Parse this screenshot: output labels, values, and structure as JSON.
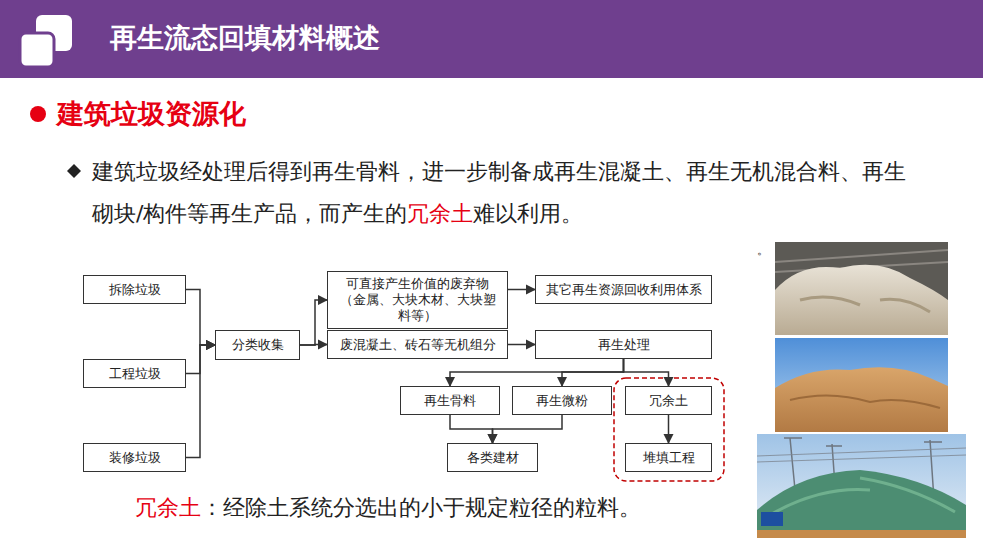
{
  "diagram": {
    "title": "再生流态回填材料概述",
    "nodes": [
      {
        "text": [
          "拆除垃圾"
        ]
      },
      {
        "text": [
          "工程垃圾"
        ]
      },
      {
        "text": [
          "装修垃圾"
        ]
      },
      {
        "text": [
          "分类收集"
        ]
      },
      {
        "text": [
          "可直接产生价值的废弃物（金属、大块木材、大块塑料等）"
        ]
      },
      {
        "text": [
          "其它再生资源回收利用体系"
        ]
      },
      {
        "text": [
          "废混凝土、砖石等无机组分"
        ]
      },
      {
        "text": [
          "再生处理"
        ]
      },
      {
        "text": [
          "再生骨料"
        ]
      },
      {
        "text": [
          "再生微粉"
        ]
      },
      {
        "text": [
          "冗余土"
        ]
      },
      {
        "text": [
          "各类建材"
        ]
      },
      {
        "text": [
          "堆填工程"
        ]
      }
    ],
    "edges": [
      {
        "from": 0,
        "to": 3,
        "arrow": "to"
      },
      {
        "from": 1,
        "to": 3,
        "arrow": "to"
      },
      {
        "from": 2,
        "to": 3,
        "arrow": "to"
      },
      {
        "from": 3,
        "to": 4,
        "arrow": "to"
      },
      {
        "from": 3,
        "to": 6,
        "arrow": "to"
      },
      {
        "from": 4,
        "to": 5,
        "arrow": "to"
      },
      {
        "from": 6,
        "to": 7,
        "arrow": "to"
      },
      {
        "from": 7,
        "to": 8,
        "arrow": "to"
      },
      {
        "from": 7,
        "to": 9,
        "arrow": "to"
      },
      {
        "from": 7,
        "to": 10,
        "arrow": "to"
      },
      {
        "from": 8,
        "to": 11,
        "arrow": "to"
      },
      {
        "from": 9,
        "to": 11,
        "arrow": "to"
      },
      {
        "from": 10,
        "to": 12,
        "arrow": "to"
      }
    ],
    "labels": [
      "建筑垃圾资源化",
      "建筑垃圾经处理后得到再生骨料，进一步制备成再生混凝土、再生无机混合料、再生砌块/构件等再生产品，而产生的",
      "冗余土",
      "难以利用。",
      "。",
      "冗余土",
      "：经除土系统分选出的小于规定粒径的粒料。"
    ]
  }
}
